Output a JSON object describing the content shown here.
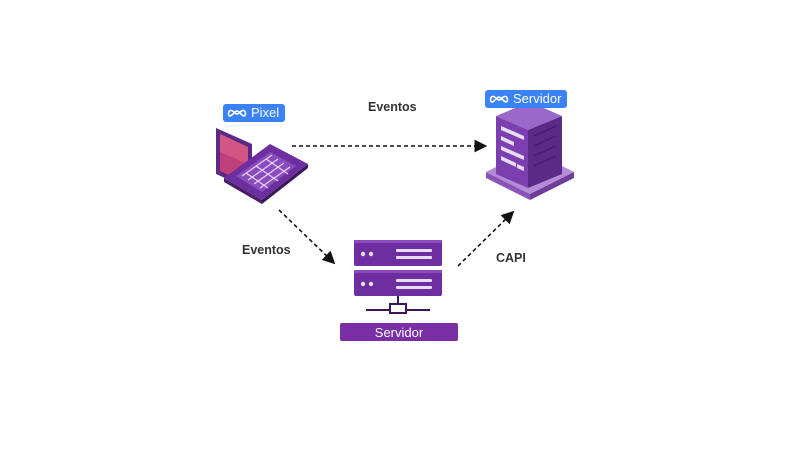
{
  "pixel_badge": {
    "label": "Pixel",
    "icon": "meta-logo-icon"
  },
  "cloud_badge": {
    "label": "Servidor",
    "icon": "meta-logo-icon"
  },
  "edges": {
    "top_label": "Eventos",
    "left_label": "Eventos",
    "right_label": "CAPI"
  },
  "server": {
    "label": "Servidor"
  },
  "colors": {
    "badge_blue": "#3b82f6",
    "purple": "#7b2fa6",
    "purple_dark": "#4a1c6b"
  }
}
